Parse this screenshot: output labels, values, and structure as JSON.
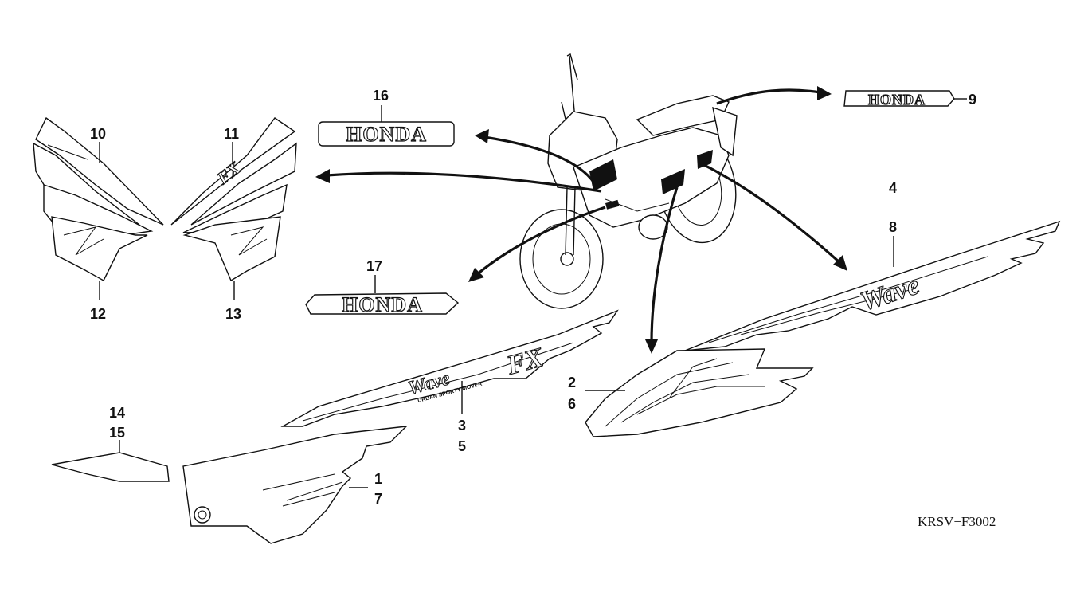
{
  "diagram": {
    "reference_code": "KRSV−F3002",
    "emblems": {
      "emblem_16_text": "HONDA",
      "emblem_17_text": "HONDA",
      "emblem_9_text": "HONDA",
      "graphic_wave_text": "Wave",
      "graphic_fx_text": "FX",
      "graphic_sub_text": "URBAN SPORTY MOVER"
    },
    "callouts": {
      "c10": "10",
      "c11": "11",
      "c12": "12",
      "c13": "13",
      "c16": "16",
      "c17": "17",
      "c9": "9",
      "c4": "4",
      "c8": "8",
      "c2": "2",
      "c6": "6",
      "c3": "3",
      "c5": "5",
      "c14": "14",
      "c15": "15",
      "c1": "1",
      "c7": "7"
    }
  }
}
